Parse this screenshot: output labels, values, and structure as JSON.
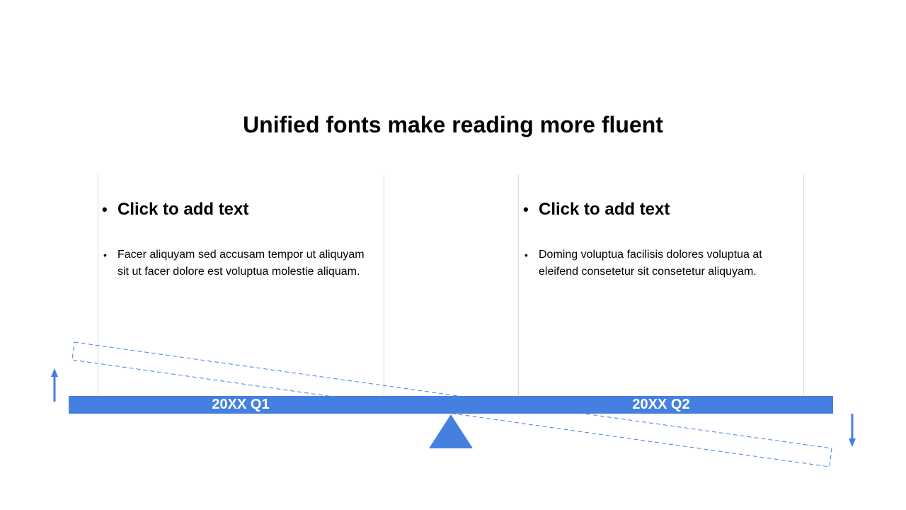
{
  "slide": {
    "title": "Unified fonts make reading more fluent"
  },
  "columns": [
    {
      "heading": "Click to add text",
      "body": "Facer aliquyam sed accusam tempor ut aliquyam sit ut facer dolore est voluptua molestie aliquam."
    },
    {
      "heading": "Click to add text",
      "body": "Doming voluptua facilisis dolores voluptua at eleifend consetetur sit consetetur aliquyam."
    }
  ],
  "balance": {
    "left_label": "20XX Q1",
    "right_label": "20XX Q2",
    "colors": {
      "accent": "#4580e0",
      "divider": "#d9d9d9"
    },
    "icons": {
      "left": "arrow-up-icon",
      "right": "arrow-down-icon",
      "fulcrum": "triangle-fulcrum-icon"
    }
  }
}
